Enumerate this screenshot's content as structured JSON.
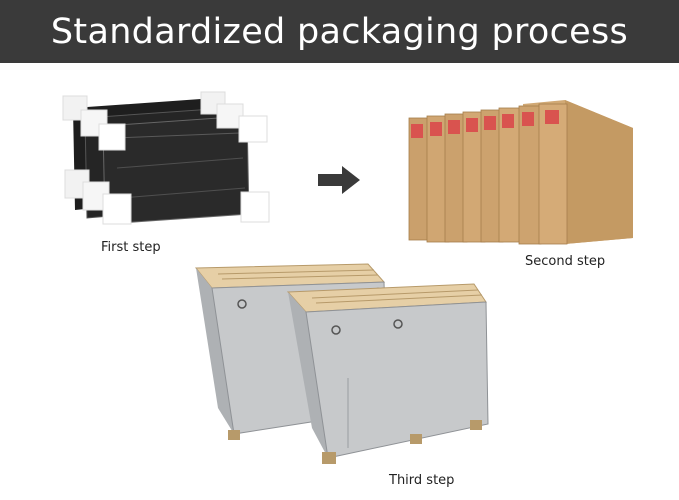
{
  "header": {
    "title": "Standardized packaging process"
  },
  "steps": [
    {
      "label": "First step",
      "image": "panels-wrapped-with-foam-corners"
    },
    {
      "label": "Second step",
      "image": "cardboard-cartons"
    },
    {
      "label": "Third step",
      "image": "wooden-crates-on-pallets"
    }
  ],
  "arrow": {
    "icon": "arrow-right-icon"
  },
  "colors": {
    "banner": "#3a3a3a",
    "cardboard": "#c9a070",
    "panel": "#1e1e1e",
    "crate": "#c7c9cb",
    "wood": "#e6cfa6"
  }
}
